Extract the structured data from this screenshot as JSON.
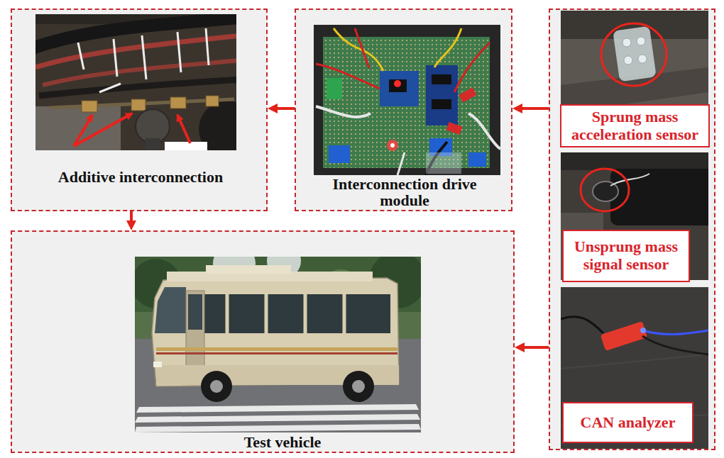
{
  "diagram": {
    "nodes": [
      {
        "text": [
          "Additive interconnection"
        ]
      },
      {
        "text": [
          "Interconnection drive module"
        ]
      },
      {
        "text": []
      },
      {
        "text": [
          "Sprung mass acceleration sensor"
        ],
        "in": 2
      },
      {
        "text": [
          "Unsprung mass signal sensor"
        ],
        "in": 2
      },
      {
        "text": [
          "CAN analyzer"
        ],
        "in": 2
      },
      {
        "text": [
          "Test vehicle"
        ]
      }
    ],
    "edges": [
      {
        "from": 2,
        "to": 1,
        "arrow": "to"
      },
      {
        "from": 1,
        "to": 0,
        "arrow": "to"
      },
      {
        "from": 0,
        "to": 6,
        "arrow": "to"
      },
      {
        "from": 2,
        "to": 6,
        "arrow": "to"
      }
    ]
  }
}
